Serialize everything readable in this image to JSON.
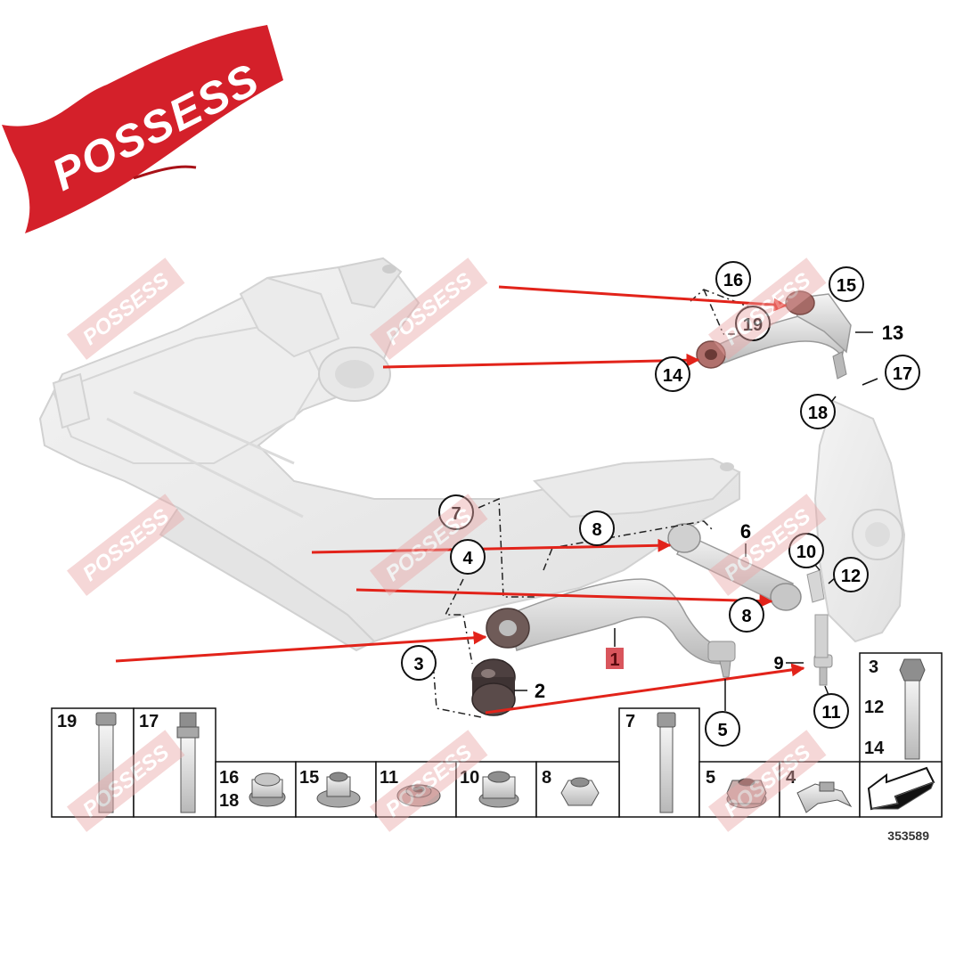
{
  "brand": {
    "logo_text": "POSSESS",
    "watermark_text": "POSSESS",
    "banner_color": "#d4202a",
    "watermark_color": "#e8a6a6"
  },
  "diagram": {
    "highlight_part": "1",
    "highlight_color": "#d9555c",
    "arrow_color": "#e2231a",
    "callouts": [
      "16",
      "15",
      "19",
      "13",
      "14",
      "17",
      "18",
      "7",
      "8",
      "6",
      "4",
      "10",
      "12",
      "8",
      "3",
      "1",
      "9",
      "2",
      "11",
      "5"
    ]
  },
  "parts_table": {
    "cells": [
      {
        "labels": [
          "19"
        ]
      },
      {
        "labels": [
          "17"
        ]
      },
      {
        "labels": [
          "16",
          "18"
        ]
      },
      {
        "labels": [
          "15"
        ]
      },
      {
        "labels": [
          "11"
        ]
      },
      {
        "labels": [
          "10"
        ]
      },
      {
        "labels": [
          "8"
        ]
      },
      {
        "labels": [
          "7"
        ]
      },
      {
        "labels": [
          "5"
        ]
      },
      {
        "labels": [
          "4"
        ]
      },
      {
        "labels": [
          "3",
          "12",
          "14"
        ]
      }
    ]
  },
  "reference_code": "353589"
}
